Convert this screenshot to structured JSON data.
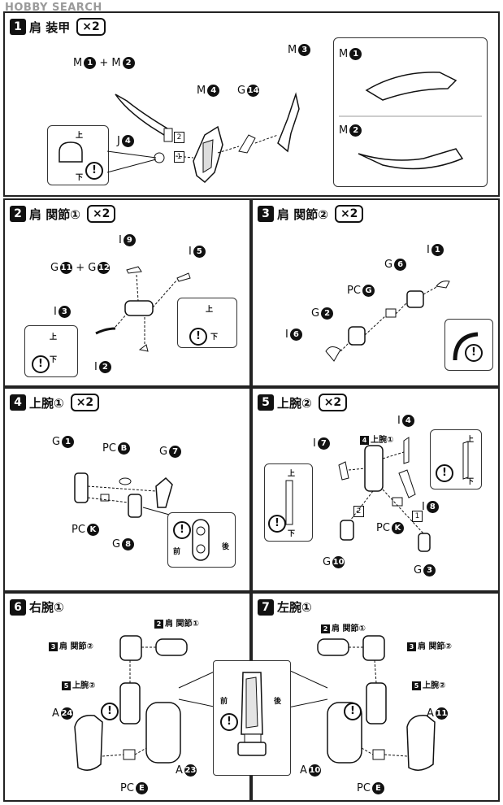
{
  "watermark": "HOBBY SEARCH",
  "steps": [
    {
      "num": "1",
      "title": "肩 装甲",
      "times": "×2",
      "labels": {
        "m1m2": "M",
        "m1m2_plus": "+ M",
        "m1m2_c1": "1",
        "m1m2_c2": "2",
        "m3": "M",
        "m3_c": "3",
        "m4": "M",
        "m4_c": "4",
        "g14": "G",
        "g14_c": "14",
        "j4": "J",
        "j4_c": "4",
        "sq2": "2",
        "sq1": "1"
      },
      "inset_jp": {
        "top": "上",
        "bottom": "下"
      },
      "side": {
        "m1": "M",
        "m1_c": "1",
        "m2": "M",
        "m2_c": "2"
      }
    },
    {
      "num": "2",
      "title": "肩 関節①",
      "times": "×2",
      "labels": {
        "i9": "I",
        "i9_c": "9",
        "i5": "I",
        "i5_c": "5",
        "g11": "G",
        "g11_c": "11",
        "g12": "+ G",
        "g12_c": "12",
        "i3": "I",
        "i3_c": "3",
        "i2": "I",
        "i2_c": "2"
      },
      "inset_left": {
        "top": "上",
        "bottom": "下"
      },
      "inset_right": {
        "top": "上",
        "bottom": "下"
      }
    },
    {
      "num": "3",
      "title": "肩 関節②",
      "times": "×2",
      "labels": {
        "i1": "I",
        "i1_c": "1",
        "g6": "G",
        "g6_c": "6",
        "pcg": "PC",
        "pcg_c": "G",
        "g2": "G",
        "g2_c": "2",
        "i6": "I",
        "i6_c": "6"
      }
    },
    {
      "num": "4",
      "title": "上腕①",
      "times": "×2",
      "labels": {
        "g1": "G",
        "g1_c": "1",
        "pcb": "PC",
        "pcb_c": "B",
        "g7": "G",
        "g7_c": "7",
        "pck": "PC",
        "pck_c": "K",
        "g8": "G",
        "g8_c": "8"
      },
      "inset": {
        "front": "前",
        "back": "後"
      }
    },
    {
      "num": "5",
      "title": "上腕②",
      "times": "×2",
      "labels": {
        "i4": "I",
        "i4_c": "4",
        "i7": "I",
        "i7_c": "7",
        "ref": "上腕①",
        "ref_n": "4",
        "i8": "I",
        "i8_c": "8",
        "pck": "PC",
        "pck_c": "K",
        "g10": "G",
        "g10_c": "10",
        "g3": "G",
        "g3_c": "3",
        "sq2": "2",
        "sq1": "1"
      },
      "inset_left": {
        "top": "上",
        "bottom": "下"
      },
      "inset_right": {
        "top": "上",
        "bottom": "下"
      }
    },
    {
      "num": "6",
      "title": "右腕①",
      "times": "",
      "refs": [
        {
          "n": "2",
          "t": "肩 関節①"
        },
        {
          "n": "3",
          "t": "肩 関節②"
        },
        {
          "n": "5",
          "t": "上腕②"
        }
      ],
      "labels": {
        "a24": "A",
        "a24_c": "24",
        "a23": "A",
        "a23_c": "23",
        "pce": "PC",
        "pce_c": "E"
      }
    },
    {
      "num": "7",
      "title": "左腕①",
      "times": "",
      "refs": [
        {
          "n": "2",
          "t": "肩 関節①"
        },
        {
          "n": "3",
          "t": "肩 関節②"
        },
        {
          "n": "5",
          "t": "上腕②"
        }
      ],
      "labels": {
        "a11": "A",
        "a11_c": "11",
        "a10": "A",
        "a10_c": "10",
        "pce": "PC",
        "pce_c": "E"
      }
    }
  ],
  "center_inset": {
    "front": "前",
    "back": "後"
  }
}
